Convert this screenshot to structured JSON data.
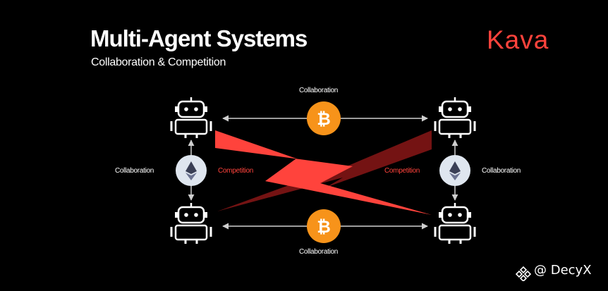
{
  "slide": {
    "title": "Multi-Agent Systems",
    "subtitle": "Collaboration & Competition",
    "brand": "Kava"
  },
  "labels": {
    "collab_top": "Collaboration",
    "collab_bottom": "Collaboration",
    "collab_left": "Collaboration",
    "collab_right": "Collaboration",
    "comp_left": "Competition",
    "comp_right": "Competition"
  },
  "watermark": {
    "text": "@ DecyX"
  },
  "colors": {
    "background": "#000000",
    "accent_red": "#ff433c",
    "dark_red": "#7a1414",
    "coin_orange": "#f7931a",
    "eth_circle": "#dfe6ef"
  },
  "icons": {
    "agents": [
      "robot-icon",
      "robot-icon",
      "robot-icon",
      "robot-icon"
    ],
    "coins": [
      "bitcoin-icon",
      "bitcoin-icon"
    ],
    "tokens": [
      "ethereum-icon",
      "ethereum-icon"
    ]
  }
}
